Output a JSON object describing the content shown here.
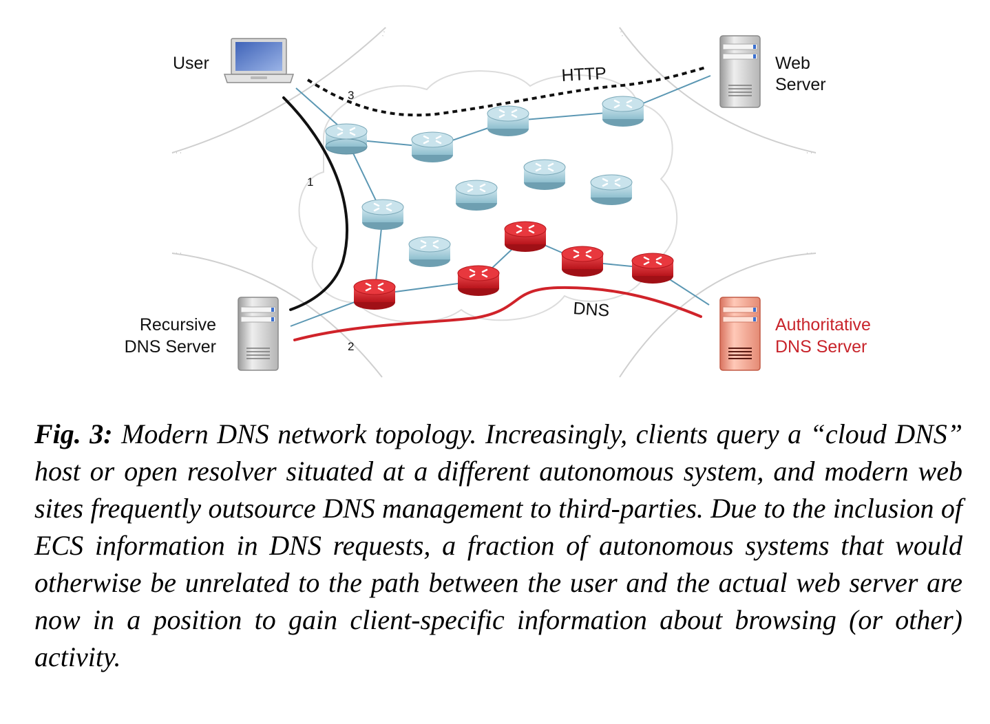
{
  "diagram": {
    "nodes": {
      "user": {
        "label": "User",
        "icon": "laptop-icon"
      },
      "web_server": {
        "label_line1": "Web",
        "label_line2": "Server",
        "icon": "server-icon"
      },
      "recursive_dns": {
        "label_line1": "Recursive",
        "label_line2": "DNS Server",
        "icon": "server-icon"
      },
      "authoritative_dns": {
        "label_line1": "Authoritative",
        "label_line2": "DNS Server",
        "icon": "server-icon",
        "color": "#c8242b"
      }
    },
    "paths": {
      "http": {
        "label": "HTTP",
        "step": "3",
        "style": "dashed",
        "color": "#111111"
      },
      "user_to_resolver": {
        "step": "1",
        "color": "#111111"
      },
      "dns": {
        "label": "DNS",
        "step": "2",
        "color": "#d0232a"
      }
    },
    "router_colors": {
      "normal": "#a9cfdc",
      "highlighted": "#d8252b"
    },
    "link_color": "#5b97b3"
  },
  "caption": {
    "label": "Fig. 3:",
    "text": "Modern DNS network topology. Increasingly, clients query a “cloud DNS” host or open resolver situated at a different autonomous system, and modern web sites frequently outsource DNS management to third-parties. Due to the inclusion of ECS information in DNS requests, a fraction of autonomous systems that would otherwise be unrelated to the path between the user and the actual web server are now in a position to gain client-specific information about browsing (or other) activity."
  }
}
